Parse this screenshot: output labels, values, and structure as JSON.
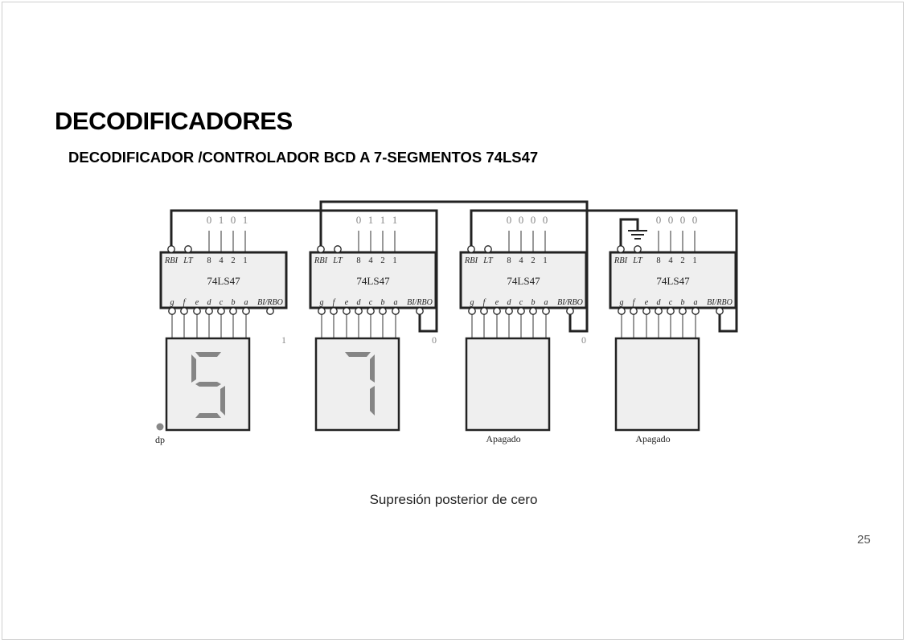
{
  "slide": {
    "title": "DECODIFICADORES",
    "subtitle": "DECODIFICADOR /CONTROLADOR BCD A 7-SEGMENTOS 74LS47",
    "caption": "Supresión posterior de cero",
    "page_number": "25"
  },
  "diagram": {
    "chip_label": "74LS47",
    "input_pins": [
      "RBI",
      "LT",
      "8",
      "4",
      "2",
      "1"
    ],
    "output_pins": [
      "g",
      "f",
      "e",
      "d",
      "c",
      "b",
      "a",
      "BI/RBO"
    ],
    "dp_label": "dp",
    "chips": [
      {
        "inputs": [
          "0",
          "1",
          "0",
          "1"
        ],
        "rbo_value": "",
        "display_digit": "5",
        "display_label": "",
        "segments_on": [
          "a",
          "f",
          "g",
          "c",
          "d"
        ],
        "rbi_ground": false
      },
      {
        "inputs": [
          "0",
          "1",
          "1",
          "1"
        ],
        "rbo_value": "1",
        "display_digit": "7",
        "display_label": "",
        "segments_on": [
          "a",
          "b",
          "c"
        ],
        "rbi_ground": false
      },
      {
        "inputs": [
          "0",
          "0",
          "0",
          "0"
        ],
        "rbo_value": "0",
        "display_digit": "",
        "display_label": "Apagado",
        "segments_on": [],
        "rbi_ground": false
      },
      {
        "inputs": [
          "0",
          "0",
          "0",
          "0"
        ],
        "rbo_value": "0",
        "display_digit": "",
        "display_label": "Apagado",
        "segments_on": [],
        "rbi_ground": true
      }
    ],
    "colors": {
      "wire": "#222222",
      "chip_fill": "#efefef",
      "segment": "#858585",
      "label": "#888888"
    }
  }
}
